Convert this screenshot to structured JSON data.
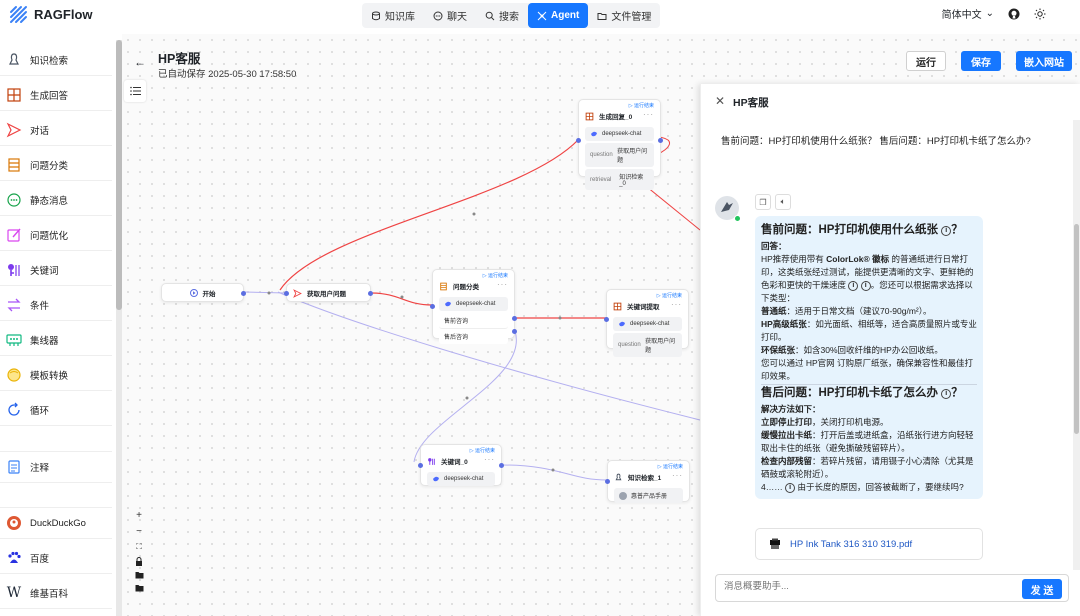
{
  "app": {
    "name": "RAGFlow"
  },
  "nav": [
    {
      "label": "知识库",
      "icon": "database-icon"
    },
    {
      "label": "聊天",
      "icon": "chat-icon"
    },
    {
      "label": "搜索",
      "icon": "search-icon"
    },
    {
      "label": "Agent",
      "icon": "agent-icon",
      "active": true
    },
    {
      "label": "文件管理",
      "icon": "folder-icon"
    }
  ],
  "header_right": {
    "language": "简体中文"
  },
  "operators": [
    {
      "label": "知识检索",
      "icon": "retrieval-icon",
      "color": "#4b5563"
    },
    {
      "label": "生成回答",
      "icon": "generate-icon",
      "color": "#c2410c"
    },
    {
      "label": "对话",
      "icon": "dialog-icon",
      "color": "#ef4444"
    },
    {
      "label": "问题分类",
      "icon": "categorize-icon",
      "color": "#d97706"
    },
    {
      "label": "静态消息",
      "icon": "message-icon",
      "color": "#16a34a"
    },
    {
      "label": "问题优化",
      "icon": "rewrite-icon",
      "color": "#d946ef"
    },
    {
      "label": "关键词",
      "icon": "keyword-icon",
      "color": "#7c3aed"
    },
    {
      "label": "条件",
      "icon": "switch-icon",
      "color": "#a855f7"
    },
    {
      "label": "集线器",
      "icon": "concentrator-icon",
      "color": "#10b981"
    },
    {
      "label": "模板转换",
      "icon": "template-icon",
      "color": "#eab308"
    },
    {
      "label": "循环",
      "icon": "loop-icon",
      "color": "#2563eb"
    },
    {
      "label": "注释",
      "icon": "note-icon",
      "color": "#3b82f6"
    },
    {
      "label": "DuckDuckGo",
      "icon": "duckduckgo-icon",
      "color": "#de5833"
    },
    {
      "label": "百度",
      "icon": "baidu-icon",
      "color": "#2932e1"
    },
    {
      "label": "维基百科",
      "icon": "wikipedia-icon",
      "color": "#1f2937"
    }
  ],
  "flow": {
    "title": "HP客服",
    "autosave": "已自动保存 2025-05-30 17:58:50",
    "buttons": {
      "run": "运行",
      "save": "保存",
      "embed": "嵌入网站"
    }
  },
  "nodes": {
    "start": {
      "title": "开始"
    },
    "get_question": {
      "title": "获取用户问题"
    },
    "categorize": {
      "title": "问题分类",
      "run": "▷ 运行结束",
      "model": "deepseek-chat",
      "cases": [
        "售前咨询",
        "售后咨询"
      ]
    },
    "generate": {
      "title": "生成回复_0",
      "run": "▷ 运行结束",
      "model": "deepseek-chat",
      "inputs": [
        {
          "key": "question",
          "value": "获取用户问题"
        },
        {
          "key": "retrieval",
          "value": "知识检索_0"
        }
      ]
    },
    "keyword_extract": {
      "title": "关键词提取",
      "run": "▷ 运行结束",
      "model": "deepseek-chat",
      "inputs": [
        {
          "key": "question",
          "value": "获取用户问题"
        }
      ]
    },
    "keyword0": {
      "title": "关键词_0",
      "run": "▷ 运行结束",
      "model": "deepseek-chat"
    },
    "retrieval1": {
      "title": "知识检索_1",
      "run": "▷ 运行结束",
      "kb": "惠普产品手册"
    }
  },
  "chat": {
    "title": "HP客服",
    "user_message": "售前问题：HP打印机使用什么纸张？ 售后问题：HP打印机卡纸了怎么办?",
    "answer": {
      "h1": "售前问题：HP打印机使用什么纸张",
      "label1": "回答：",
      "p1a": "HP推荐使用带有 ",
      "p1b": "ColorLok® 徽标",
      "p1c": " 的普通纸进行日常打印，这类纸张经过测试，能提供更清晰的文字、更鲜艳的色彩和更快的干燥速度",
      "p1d": "。您还可以根据需求选择以下类型：",
      "t1": "普通纸",
      "d1": "：适用于日常文档（建议70-90g/m²）。",
      "t2": "HP高级纸张",
      "d2": "：如光面纸、相纸等，适合高质量照片或专业打印。",
      "t3": "环保纸张",
      "d3": "：如含30%回收纤维的HP办公回收纸。",
      "p2": "您可以通过 HP官网 订购原厂纸张，确保兼容性和最佳打印效果。",
      "h2": "售后问题：HP打印机卡纸了怎么办",
      "label2": "解决方法如下：",
      "s1t": "立即停止打印",
      "s1d": "，关闭打印机电源。",
      "s2t": "缓慢拉出卡纸",
      "s2d": "：打开后盖或进纸盒，沿纸张行进方向轻轻取出卡住的纸张（避免撕破残留碎片）。",
      "s3t": "检查内部残留",
      "s3d": "：若碎片残留，请用镊子小心清除（尤其是硒鼓或滚轮附近）。",
      "truncated_prefix": "4……",
      "truncated": " 由于长度的原因，回答被截断了，要继续吗?"
    },
    "document": "HP Ink Tank 316 310 319.pdf",
    "input_placeholder": "消息概要助手...",
    "send_label": "发 送"
  },
  "colors": {
    "accent": "#1677ff",
    "edge_active": "#ef4444",
    "edge_idle": "#b4b0f0"
  }
}
